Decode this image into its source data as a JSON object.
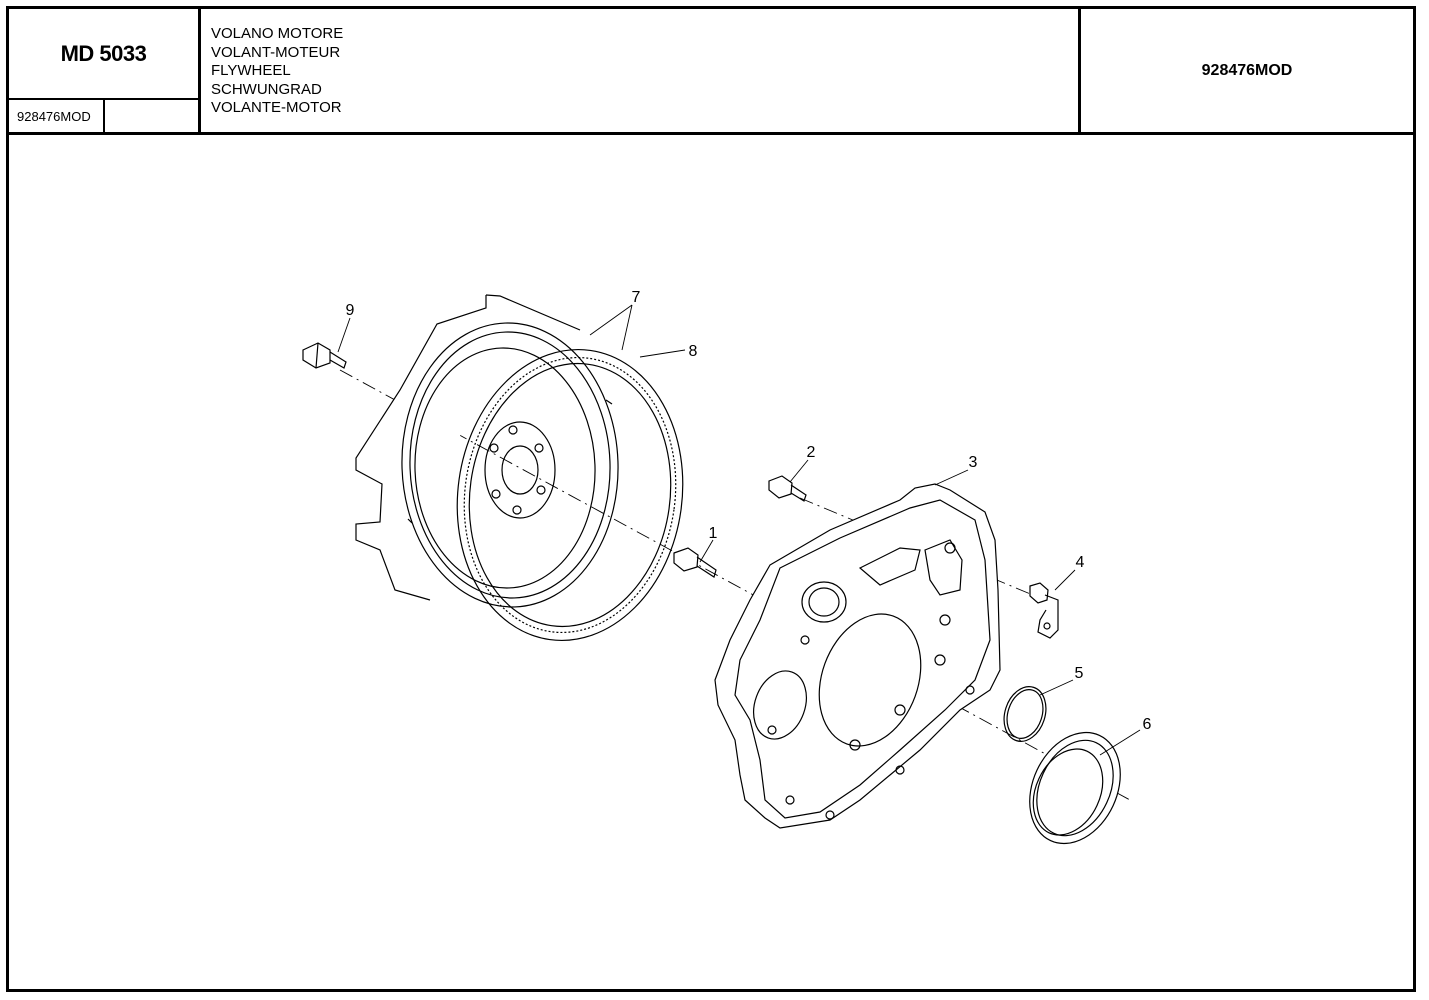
{
  "header": {
    "model_code": "MD 5033",
    "ref_code": "928476MOD",
    "titles": [
      "VOLANO MOTORE",
      "VOLANT-MOTEUR",
      "FLYWHEEL",
      "SCHWUNGRAD",
      "VOLANTE-MOTOR"
    ],
    "right_code": "928476MOD"
  },
  "callouts": {
    "c1": "1",
    "c2": "2",
    "c3": "3",
    "c4": "4",
    "c5": "5",
    "c6": "6",
    "c7": "7",
    "c8": "8",
    "c9": "9"
  }
}
